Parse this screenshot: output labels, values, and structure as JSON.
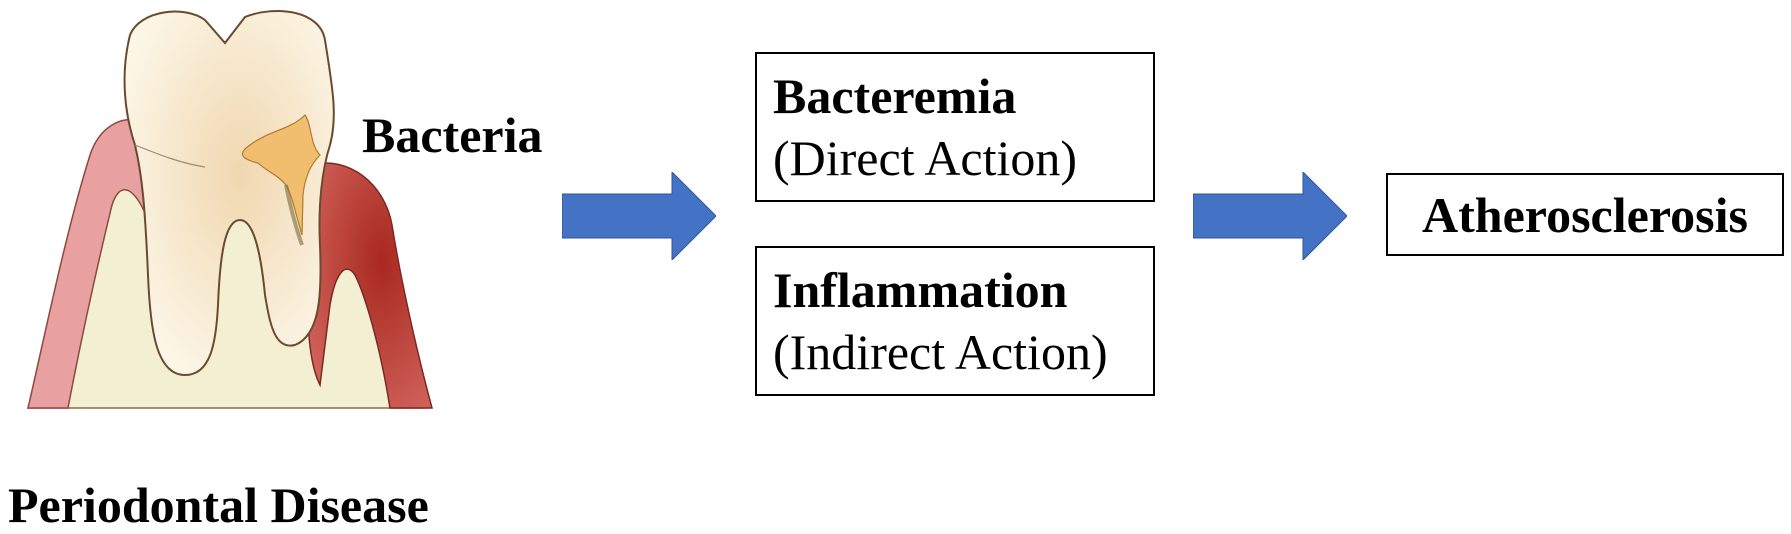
{
  "diagram": {
    "tooth_label": "Bacteria",
    "disease_label": "Periodontal Disease",
    "mechanisms": [
      {
        "title": "Bacteremia",
        "subtitle": "(Direct Action)"
      },
      {
        "title": "Inflammation",
        "subtitle": "(Indirect Action)"
      }
    ],
    "outcome": "Atherosclerosis"
  },
  "colors": {
    "arrow": "#4472C4",
    "box_border": "#000000",
    "gum": "#E8A0A0",
    "gum_inflamed": "#B0302A",
    "tooth": "#FBF4E2",
    "bone": "#F3EFD2",
    "plaque": "#F0BE6E"
  },
  "icons": {
    "tooth": "periodontal-tooth-illustration",
    "arrow": "right-block-arrow"
  }
}
